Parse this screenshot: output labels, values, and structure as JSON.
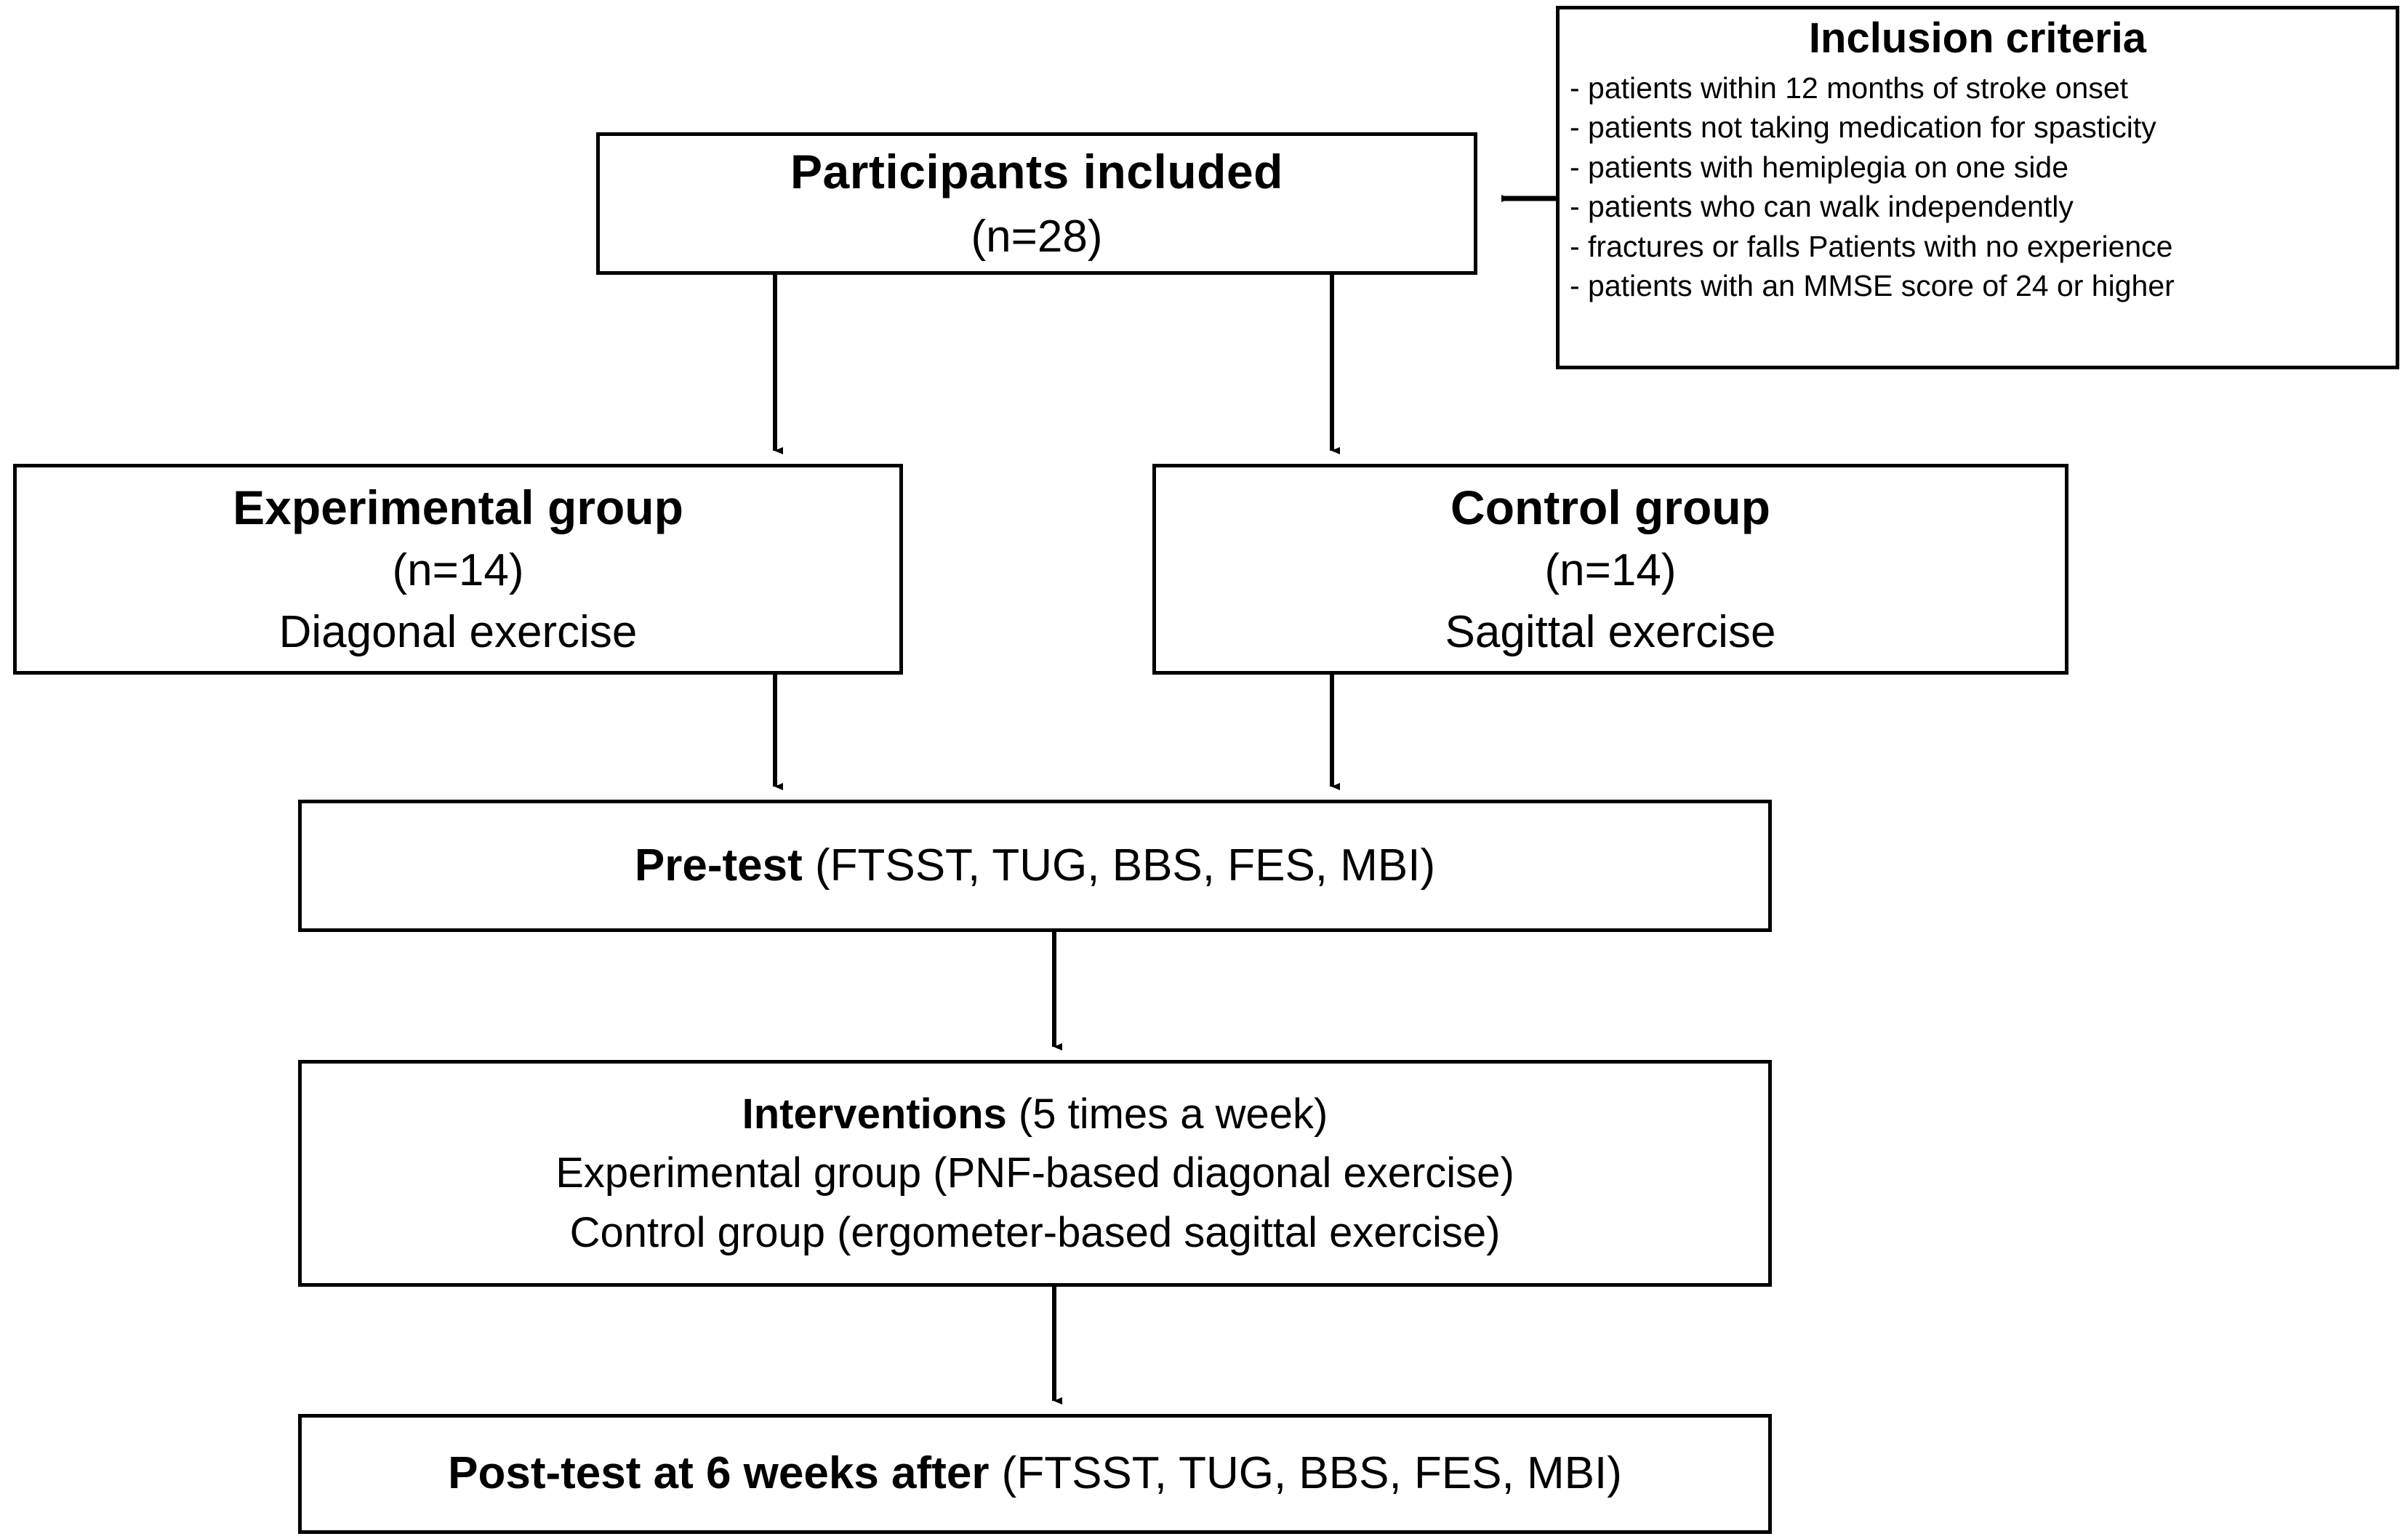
{
  "diagram": {
    "title": "Study participant flow diagram",
    "colors": {
      "stroke": "#000000",
      "fill": "#ffffff",
      "text": "#000000"
    },
    "nodes": {
      "participants": {
        "heading": "Participants included",
        "count": "(n=28)"
      },
      "inclusion": {
        "heading": "Inclusion criteria",
        "items": [
          "- patients within 12 months of stroke onset",
          "- patients not taking medication for spasticity",
          "- patients with hemiplegia on one side",
          "- patients who can walk independently",
          "- fractures or falls Patients with no experience",
          "- patients with an MMSE score of 24 or higher"
        ]
      },
      "experimental": {
        "heading": "Experimental group",
        "count": "(n=14)",
        "detail": "Diagonal exercise"
      },
      "control": {
        "heading": "Control group",
        "count": "(n=14)",
        "detail": "Sagittal exercise"
      },
      "pretest": {
        "heading": "Pre-test",
        "detail": " (FTSST, TUG, BBS, FES, MBI)"
      },
      "interventions": {
        "heading": "Interventions",
        "heading_detail": " (5 times a week)",
        "row_experimental": "Experimental  group (PNF-based diagonal exercise)",
        "row_control": "Control group (ergometer-based  sagittal exercise)"
      },
      "posttest": {
        "heading": "Post-test at 6 weeks after",
        "detail": " (FTSST, TUG, BBS, FES, MBI)"
      }
    },
    "edges": [
      {
        "name": "inclusion-to-participants",
        "direction": "left"
      },
      {
        "name": "participants-to-experimental",
        "direction": "down"
      },
      {
        "name": "participants-to-control",
        "direction": "down"
      },
      {
        "name": "experimental-to-pretest",
        "direction": "down"
      },
      {
        "name": "control-to-pretest",
        "direction": "down"
      },
      {
        "name": "pretest-to-interventions",
        "direction": "down"
      },
      {
        "name": "interventions-to-posttest",
        "direction": "down"
      }
    ]
  }
}
